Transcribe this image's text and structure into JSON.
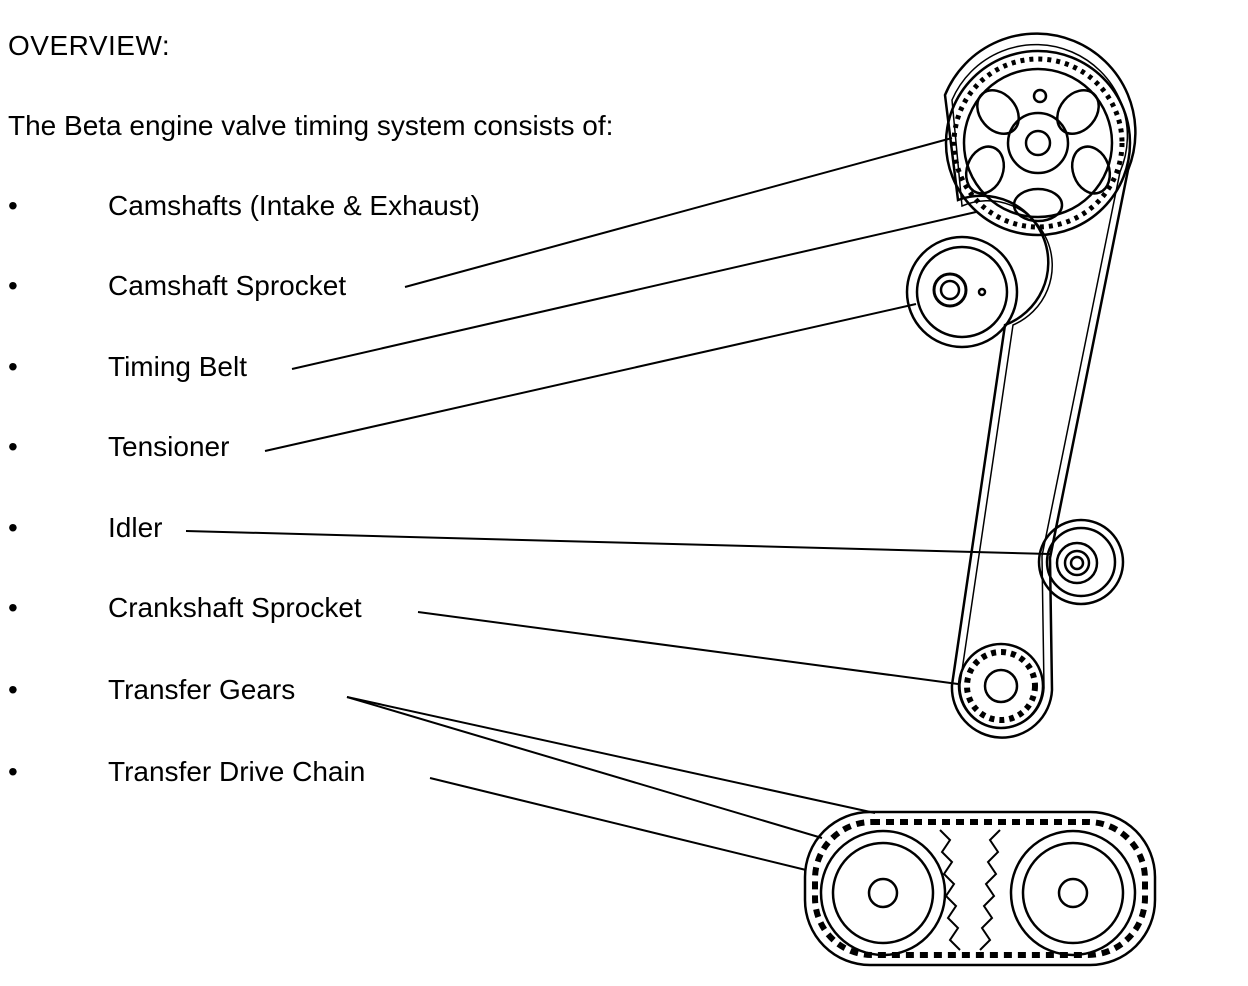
{
  "heading": "OVERVIEW:",
  "intro": "The Beta engine valve timing system consists of:",
  "bullet_symbol": "•",
  "items": [
    {
      "label": "Camshafts (Intake & Exhaust)"
    },
    {
      "label": "Camshaft Sprocket"
    },
    {
      "label": "Timing Belt"
    },
    {
      "label": "Tensioner"
    },
    {
      "label": "Idler"
    },
    {
      "label": "Crankshaft Sprocket"
    },
    {
      "label": "Transfer Gears"
    },
    {
      "label": "Transfer Drive Chain"
    }
  ]
}
